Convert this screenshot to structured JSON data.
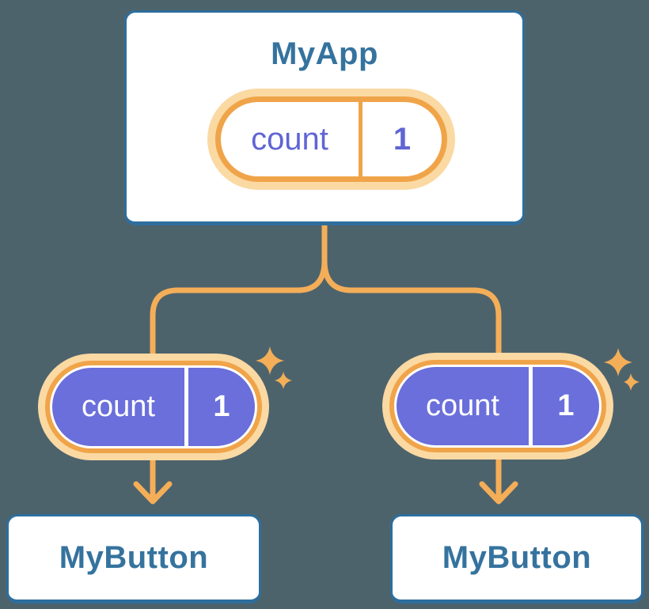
{
  "colors": {
    "background": "#4D636C",
    "card_border": "#2E6E9D",
    "label_text": "#35739E",
    "connector": "#F4AE58",
    "ring_orange": "#F0A449",
    "ring_pale": "#FBD9A3",
    "state_purple": "#6A6FDB",
    "state_text_purple": "#6065D4",
    "white": "#FFFFFF"
  },
  "tree": {
    "root": {
      "title": "MyApp",
      "state": {
        "label": "count",
        "value": "1"
      }
    },
    "children": [
      {
        "title": "MyButton",
        "state": {
          "label": "count",
          "value": "1"
        }
      },
      {
        "title": "MyButton",
        "state": {
          "label": "count",
          "value": "1"
        }
      }
    ]
  }
}
